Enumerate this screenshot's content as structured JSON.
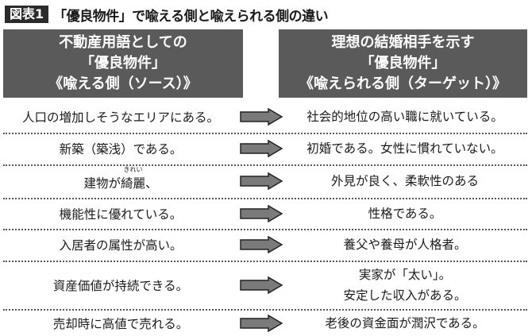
{
  "figure": {
    "label": "図表1",
    "title": "「優良物件」で喩える側と喩えられる側の違い"
  },
  "headers": {
    "left": [
      "不動産用語としての",
      "「優良物件」",
      "《喩える側（ソース）》"
    ],
    "right": [
      "理想の結婚相手を示す",
      "「優良物件」",
      "《喩えられる側（ターゲット）》"
    ]
  },
  "rows": [
    {
      "left": "人口の増加しそうなエリアにある。",
      "right": [
        "社会的地位の高い職に就いている。"
      ]
    },
    {
      "left": "新築（築浅）である。",
      "right": [
        "初婚である。女性に慣れていない。"
      ]
    },
    {
      "left_pre": "建物が",
      "left_ruby_base": "綺麗",
      "left_ruby_text": "きれい",
      "left_post": "、",
      "right": [
        "外見が良く、柔軟性のある"
      ]
    },
    {
      "left": "機能性に優れている。",
      "right": [
        "性格である。"
      ]
    },
    {
      "left": "入居者の属性が高い。",
      "right": [
        "養父や養母が人格者。"
      ]
    },
    {
      "left": "資産価値が持続できる。",
      "right": [
        "実家が「太い」。",
        "安定した収入がある。"
      ]
    },
    {
      "left": "売却時に高値で売れる。",
      "right": [
        "老後の資金面が潤沢である。"
      ]
    }
  ],
  "colors": {
    "header_bg": "#5a5a5a",
    "arrow_fill": "#7a7a7a",
    "badge_bg": "#2b2b2b"
  }
}
